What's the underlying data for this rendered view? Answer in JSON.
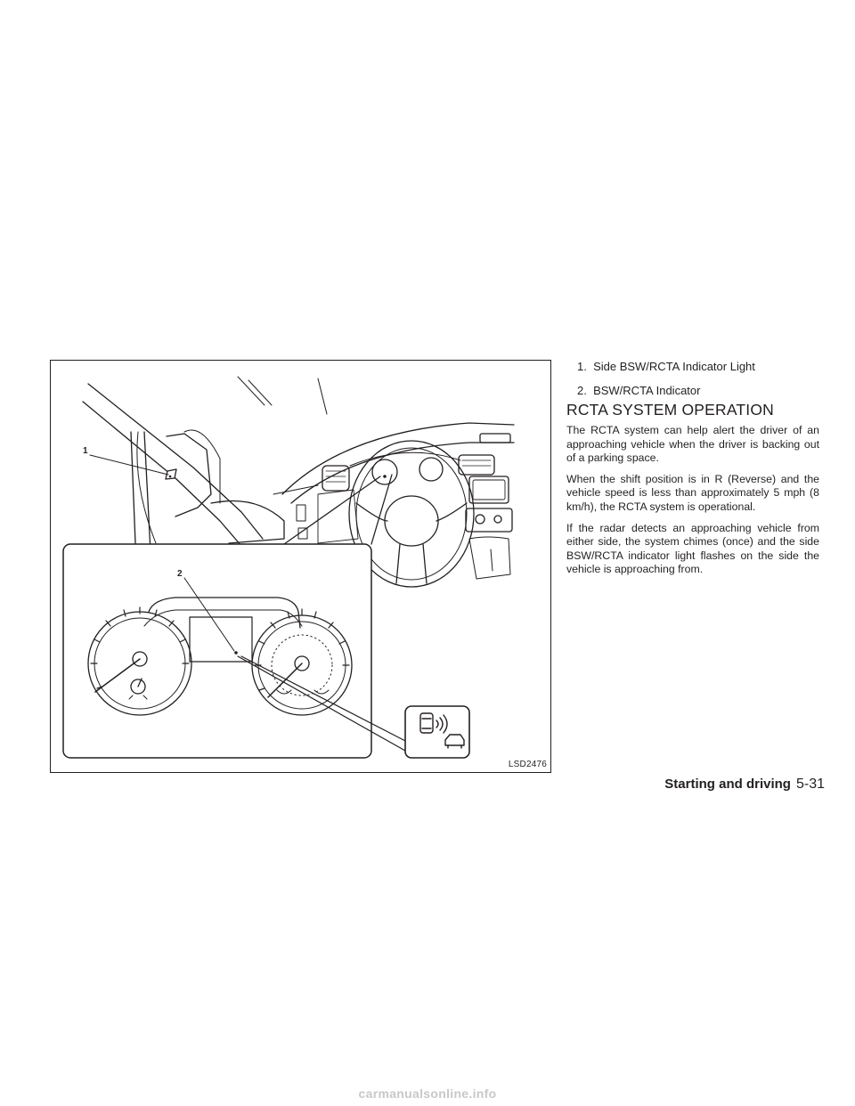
{
  "figure": {
    "code": "LSD2476",
    "callouts": [
      "1",
      "2"
    ]
  },
  "legend": [
    "1.  Side BSW/RCTA Indicator Light",
    "2.  BSW/RCTA Indicator"
  ],
  "section": {
    "title": "RCTA SYSTEM OPERATION",
    "paragraphs": [
      "The RCTA system can help alert the driver of an approaching vehicle when the driver is backing out of a parking space.",
      "When the shift position is in R (Reverse) and the vehicle speed is less than approximately 5 mph (8 km/h), the RCTA system is operational.",
      "If the radar detects an approaching vehicle from either side, the system chimes (once) and the side BSW/RCTA indicator light flashes on the side the vehicle is approaching from."
    ]
  },
  "footer": {
    "chapter": "Starting and driving",
    "page": "5-31"
  },
  "watermark": "carmanualsonline.info"
}
